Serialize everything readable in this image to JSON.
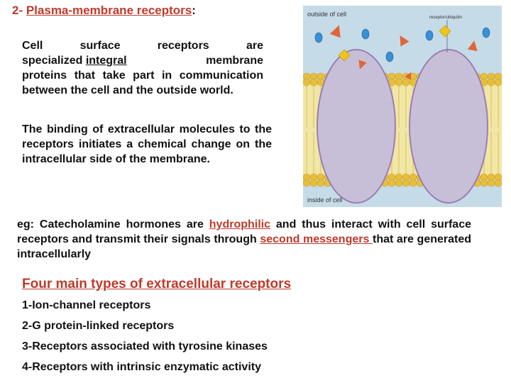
{
  "title": {
    "prefix": "2- ",
    "main": "Plasma-membrane receptors",
    "colon": ":"
  },
  "paragraph1": {
    "line1_words": [
      "Cell",
      "surface",
      "receptors",
      "are"
    ],
    "line2_a": "specialized ",
    "line2_integral": "integral",
    "line2_b": "membrane",
    "rest": "proteins that take part in communication between the cell and the outside world."
  },
  "paragraph2": "The binding of extracellular molecules to the receptors initiates a chemical change on the intracellular side of the membrane.",
  "paragraph3": {
    "a": "eg: Catecholamine hormones are ",
    "hydrophilic": "hydrophilic",
    "b": " and thus interact with cell surface receptors and transmit their signals through ",
    "second_messengers": "second messengers ",
    "c": "that are generated intracellularly"
  },
  "types_heading": "Four main types of extracellular receptors",
  "types": [
    "1-Ion-channel receptors",
    "2-G protein-linked receptors",
    "3-Receptors associated with tyrosine kinases",
    "4-Receptors with intrinsic enzymatic activity"
  ],
  "diagram": {
    "outside_label": "outside of cell",
    "inside_label": "inside of cell",
    "receptor_label": "receptor/ubiquitin",
    "colors": {
      "background": "#c6dbe8",
      "lipid_head": "#e7bf3d",
      "lipid_tail": "#f2e6a4",
      "receptor": "#c7bfd8",
      "receptor_outline": "#9a7fb5",
      "triangle": "#e0663a",
      "circle": "#3a8fd6",
      "diamond": "#f0c419",
      "label": "#c0392b"
    }
  }
}
